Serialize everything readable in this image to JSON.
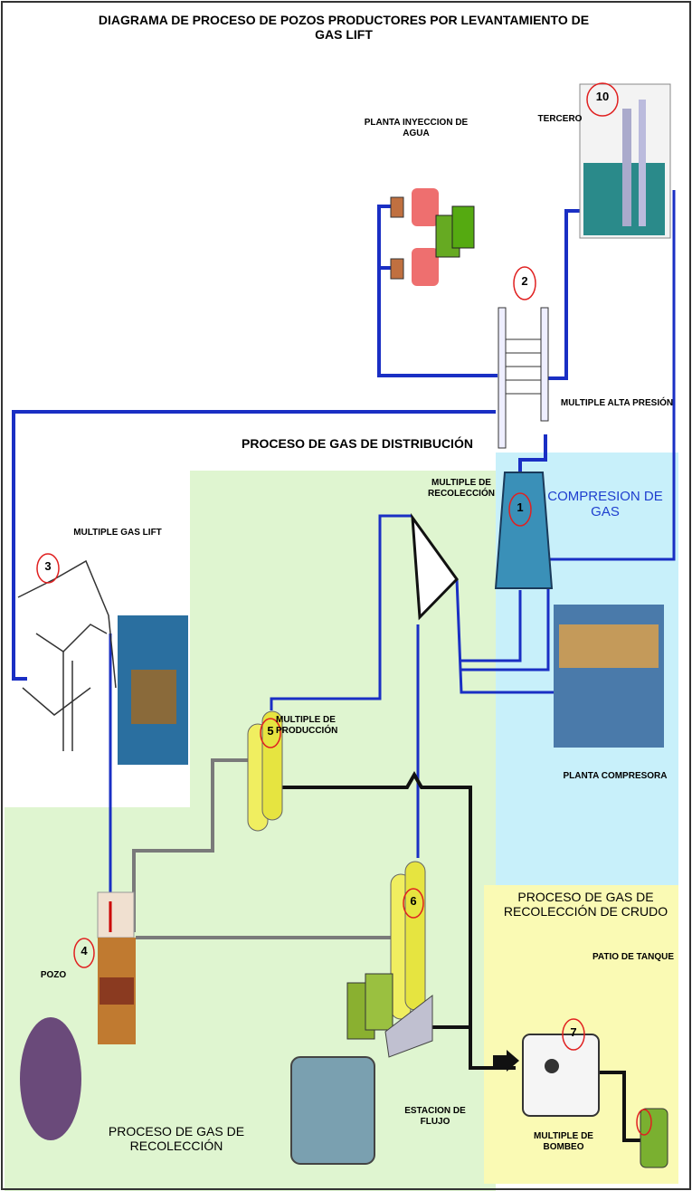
{
  "title": {
    "line1": "DIAGRAMA DE PROCESO DE POZOS PRODUCTORES POR LEVANTAMIENTO DE",
    "line2": "GAS LIFT"
  },
  "labels": {
    "planta_inyeccion": [
      "PLANTA INYECCION DE",
      "AGUA"
    ],
    "tercero": "TERCERO",
    "multiple_alta_presion": "MULTIPLE ALTA PRESIÓN",
    "proceso_distribucion": "PROCESO DE GAS DE DISTRIBUCIÓN",
    "multiple_recoleccion": [
      "MULTIPLE DE",
      "RECOLECCIÓN"
    ],
    "compresion_gas": "COMPRESION DE GAS",
    "multiple_gas_lift": "MULTIPLE GAS LIFT",
    "multiple_produccion": [
      "MULTIPLE DE",
      "PRODUCCIÓN"
    ],
    "planta_compresora": "PLANTA COMPRESORA",
    "proceso_recoleccion_crudo": [
      "PROCESO DE GAS DE",
      "RECOLECCIÓN DE CRUDO"
    ],
    "patio_tanque": "PATIO DE TANQUE",
    "pozo": "POZO",
    "estacion_flujo": [
      "ESTACION DE",
      "FLUJO"
    ],
    "multiple_bombeo": [
      "MULTIPLE DE",
      "BOMBEO"
    ],
    "proceso_recoleccion": "PROCESO DE GAS DE RECOLECCIÓN"
  },
  "markers": [
    "1",
    "2",
    "3",
    "4",
    "5",
    "6",
    "7",
    "10"
  ],
  "colors": {
    "green_zone": "#dff5d0",
    "cyan_zone": "#c8f0fa",
    "yellow_zone": "#fafab4",
    "gas_line": "#1a2fc4",
    "crude_line": "#111111",
    "grey_line": "#7a7a7a",
    "marker": "#e02020"
  }
}
